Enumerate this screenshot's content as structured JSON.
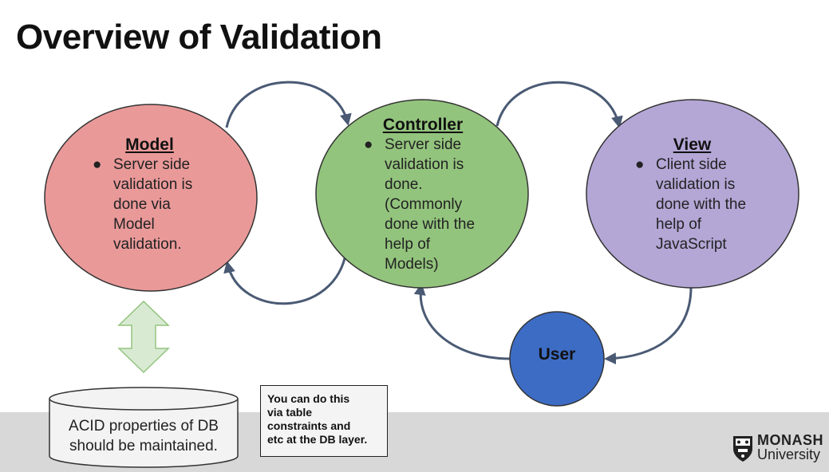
{
  "slide": {
    "title": "Overview of Validation"
  },
  "nodes": {
    "model": {
      "heading": "Model",
      "bullet": "●",
      "lines": [
        "Server side",
        "validation is",
        "done via",
        "Model",
        "validation."
      ]
    },
    "controller": {
      "heading": "Controller",
      "bullet": "●",
      "lines": [
        "Server side",
        "validation is",
        "done.",
        "(Commonly",
        "done with the",
        "help of",
        "Models)"
      ]
    },
    "view": {
      "heading": "View",
      "bullet": "●",
      "lines": [
        "Client side",
        "validation is",
        "done with the",
        "help of",
        "JavaScript"
      ]
    },
    "user": {
      "label": "User"
    }
  },
  "database": {
    "lines": [
      "ACID properties of DB",
      "should be maintained."
    ]
  },
  "note": {
    "lines": [
      "You can do this",
      "via table",
      "constraints and",
      "etc at the DB layer."
    ]
  },
  "logo": {
    "line1": "MONASH",
    "line2": "University"
  },
  "colors": {
    "model_fill": "#ea9999",
    "controller_fill": "#93c47d",
    "view_fill": "#b4a7d6",
    "user_fill": "#3d6cc4",
    "arrow": "#4a5a74",
    "double_arrow_fill": "#d9ead3",
    "double_arrow_stroke": "#93c47d",
    "db_fill": "#f3f3f3",
    "footer_band": "#d8d8d8"
  }
}
